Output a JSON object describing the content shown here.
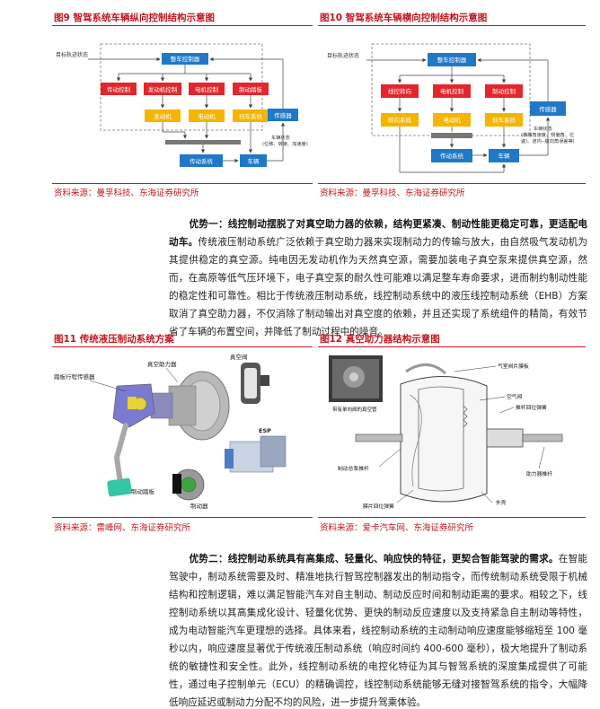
{
  "fig9": {
    "title": "图9  智驾系统车辆纵向控制结构示意图",
    "target_state": "目标轨迹状态",
    "controller": "整车控制器",
    "red": [
      "传动控制",
      "发动机控制",
      "电机控制",
      "制动踏板"
    ],
    "yellow": [
      "发动机",
      "电动机",
      "刹车系统"
    ],
    "sensor": "传感器",
    "vehicle_state": [
      "车辆状态",
      "(位移、转速、加速度)"
    ],
    "drive": "传动系统",
    "vehicle": "车辆",
    "source": "资料来源：曼孚科技、东海证券研究所"
  },
  "fig10": {
    "title": "图10  智驾系统车辆横向控制结构示意图",
    "target_state": "目标轨迹状态",
    "controller": "整车控制器",
    "red": [
      "线控转向",
      "电机控制",
      "制动控制"
    ],
    "yellow": [
      "转向系统",
      "电动机",
      "刹车系统"
    ],
    "sensor": "传感器",
    "vehicle_state": [
      "车辆状态",
      "(横摆角速度、侧偏角、位",
      "姿)、道内--航向角误差等)"
    ],
    "drive": "传动系统",
    "vehicle": "车辆",
    "source": "资料来源：曼孚科技、东海证券研究所"
  },
  "adv1": {
    "heading": "优势一：线控制动摆脱了对真空助力器的依赖，结构更紧凑、制动性能更稳定可靠，更适配电动车。",
    "body": "传统液压制动系统广泛依赖于真空助力器来实现制动力的传输与放大，由自然吸气发动机为其提供稳定的真空源。纯电因无发动机作为天然真空源，需要加装电子真空泵来提供真空源，然而，在高原等低气压环境下，电子真空泵的耐久性可能难以满足整车寿命要求，进而制约制动性能的稳定性和可靠性。相比于传统液压制动系统，线控制动系统中的液压线控制动系统（EHB）方案取消了真空助力器，不仅消除了制动输出对真空度的依赖，并且还实现了系统组件的精简，有效节省了车辆的布置空间，并降低了制动过程中的噪音。"
  },
  "fig11": {
    "title": "图11  传统液压制动系统方案",
    "labels": {
      "pedal_sensor": "踏板行程传感器",
      "booster": "真空助力器",
      "valve": "真空阀",
      "esp": "ESP",
      "pedal": "制动踏板",
      "disc": "制动器"
    },
    "source": "资料来源：雷峰网、东海证券研究所"
  },
  "fig12": {
    "title": "图12  真空助力器结构示意图",
    "labels": {
      "photo": "带有单向阀的真空管",
      "valve_disc": "气室阀片膜板",
      "air_valve": "空气阀",
      "return_spring": "推杆回位弹簧",
      "master_rod": "制动总泵推杆",
      "push_rod": "助力器推杆",
      "diaphragm_spring": "膜片回位弹簧",
      "shell": "外壳"
    },
    "source": "资料来源：爱卡汽车网、东海证券研究所"
  },
  "adv2": {
    "heading": "优势二：线控制动系统具有高集成、轻量化、响应快的特征，更契合智能驾驶的需求。",
    "body": "在智能驾驶中，制动系统需要及时、精准地执行智驾控制器发出的制动指令，而传统制动系统受限于机械结构和控制逻辑，难以满足智能汽车对自主制动、制动反应时间和制动距离的要求。相较之下，线控制动系统以其高集成化设计、轻量化优势、更快的制动反应速度以及支持紧急自主制动等特性，成为电动智能汽车更理想的选择。具体来看，线控制动系统的主动制动响应速度能够缩短至 100 毫秒以内，响应速度显著优于传统液压制动系统（响应时间约 400-600 毫秒），极大地提升了制动系统的敏捷性和安全性。此外，线控制动系统的电控化特征为其与智驾系统的深度集成提供了可能性，通过电子控制单元（ECU）的精确调控，线控制动系统能够无缝对接智驾系统的指令，大幅降低响应延迟或制动力分配不均的风险，进一步提升驾乘体验。"
  },
  "colors": {
    "brand_red": "#c4171f",
    "box_red": "#e3262b",
    "box_blue": "#1f78c8",
    "box_yellow": "#f5b400"
  }
}
